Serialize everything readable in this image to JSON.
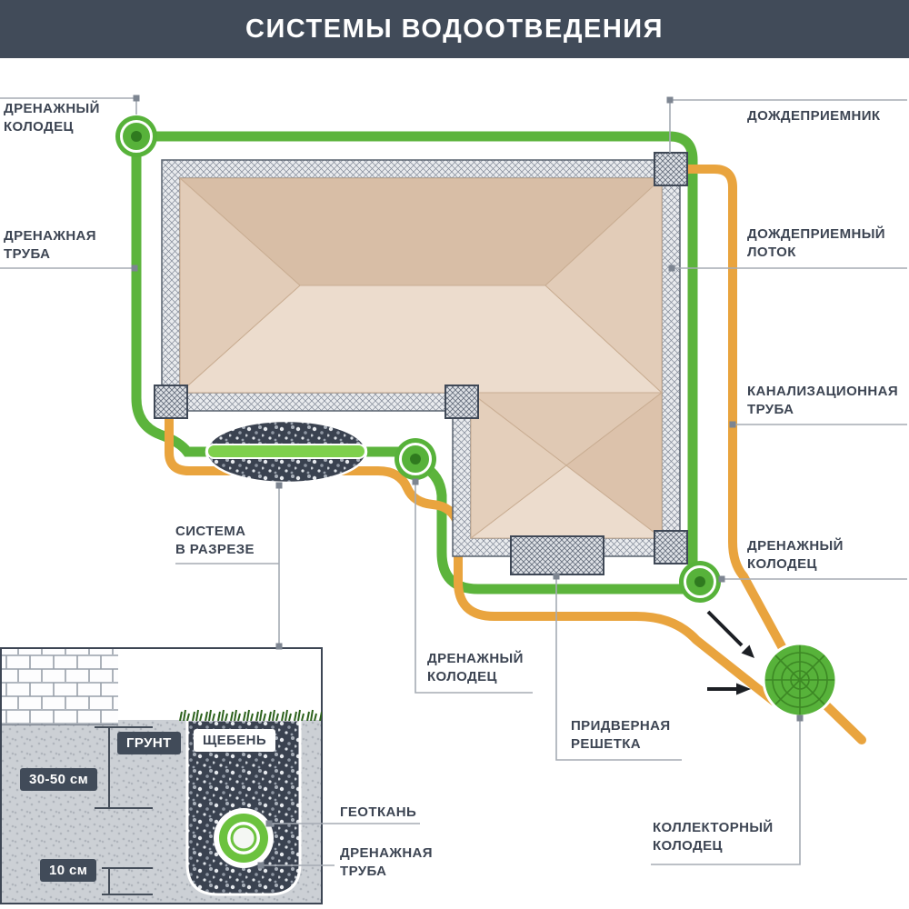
{
  "header": {
    "title": "СИСТЕМЫ ВОДООТВЕДЕНИЯ"
  },
  "plan": {
    "labels": {
      "drain_well_tl": "ДРЕНАЖНЫЙ\nКОЛОДЕЦ",
      "rain_inlet": "ДОЖДЕПРИЕМНИК",
      "drain_pipe": "ДРЕНАЖНАЯ\nТРУБА",
      "rain_tray": "ДОЖДЕПРИЕМНЫЙ\nЛОТОК",
      "sewer_pipe": "КАНАЛИЗАЦИОННАЯ\nТРУБА",
      "drain_well_right": "ДРЕНАЖНЫЙ\nКОЛОДЕЦ",
      "section_ref": "СИСТЕМА\nВ РАЗРЕЗЕ",
      "drain_well_bottom": "ДРЕНАЖНЫЙ\nКОЛОДЕЦ",
      "door_grate": "ПРИДВЕРНАЯ\nРЕШЕТКА",
      "collector_well": "КОЛЛЕКТОРНЫЙ\nКОЛОДЕЦ"
    }
  },
  "section": {
    "labels": {
      "soil": "ГРУНТ",
      "gravel": "ЩЕБЕНЬ",
      "geotextile": "ГЕОТКАНЬ",
      "drain_pipe": "ДРЕНАЖНАЯ\nТРУБА",
      "depth_top": "30-50 см",
      "depth_bottom": "10 см"
    }
  },
  "colors": {
    "header_bg": "#414b59",
    "drain_pipe_green": "#5cb43c",
    "drain_pipe_bright": "#7ed04c",
    "sewer_pipe_orange": "#e9a43e",
    "label_text": "#3d4553",
    "leader_line": "#a5abb4",
    "roof_light": "#ecdccd",
    "roof_dark": "#d8bea6"
  }
}
